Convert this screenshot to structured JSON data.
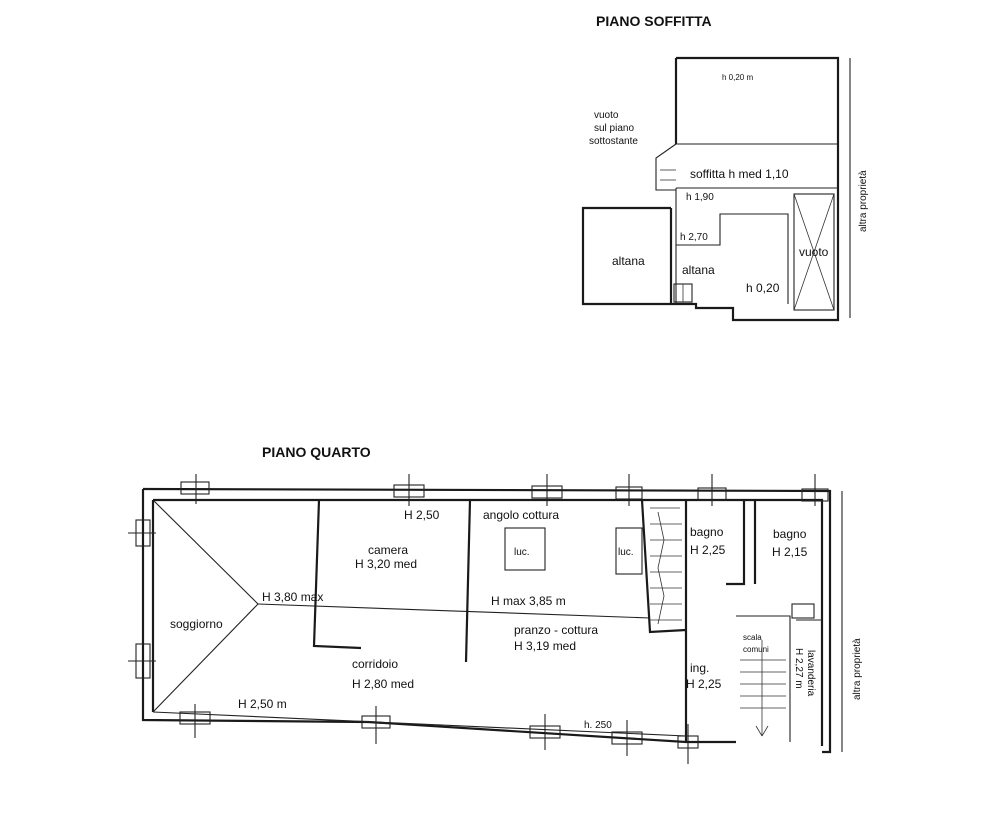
{
  "attic": {
    "title": "PIANO SOFFITTA",
    "h_top": "h 0,20 m",
    "void_line1": "vuoto",
    "void_line2": "sul piano",
    "void_line3": "sottostante",
    "attic_height": "soffitta h med 1,10",
    "h_190": "h 1,90",
    "h_270": "h 2,70",
    "altana_left": "altana",
    "altana_right": "altana",
    "h_020": "h 0,20",
    "void_right": "vuoto",
    "neighbor": "altra proprietà"
  },
  "fourth": {
    "title": "PIANO QUARTO",
    "h_250_top": "H  2,50",
    "corner_kitchen": "angolo cottura",
    "skylight_1": "luc.",
    "skylight_2": "luc.",
    "bedroom": "camera",
    "bedroom_h": "H  3,20 med",
    "bath1": "bagno",
    "bath1_h": "H  2,25",
    "bath2": "bagno",
    "bath2_h": "H 2,15",
    "living_hmax": "H 3,80 max",
    "dining_hmax": "H max 3,85 m",
    "living": "soggiorno",
    "dining": "pranzo - cottura",
    "dining_h": "H  3,19 med",
    "stair_common_1": "scala",
    "stair_common_2": "comuni",
    "laundry": "lavanderia",
    "laundry_h": "H 2,27 m",
    "corridor": "corridoio",
    "corridor_h": "H  2,80 med",
    "entry": "ing.",
    "entry_h": "H 2,25",
    "h_250_bottom": "H 2,50 m",
    "h_250_right": "h. 250",
    "neighbor": "altra proprietà"
  }
}
